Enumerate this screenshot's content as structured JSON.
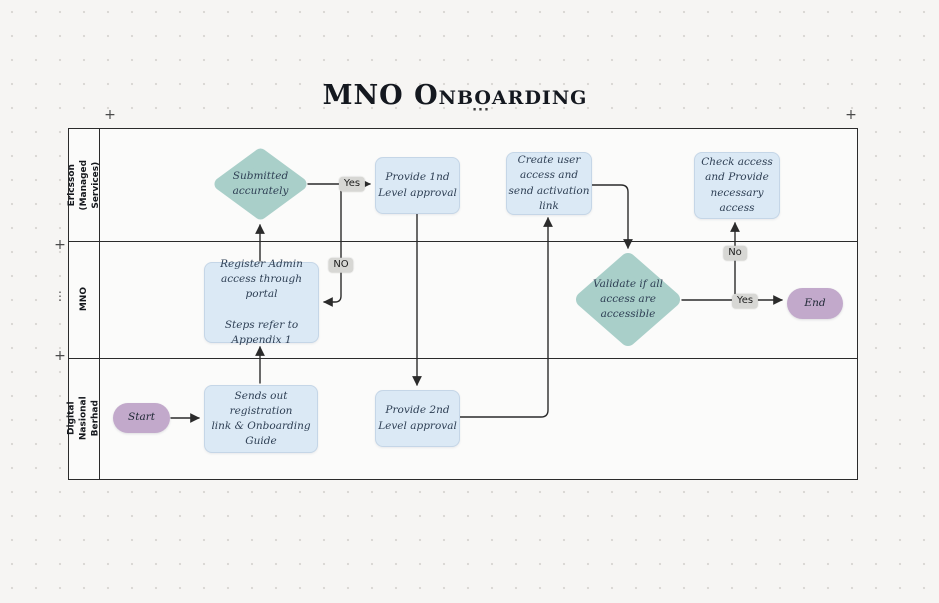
{
  "title": "MNO Onboarding",
  "frame": {
    "menu_dots": "···",
    "handle_plus": "+",
    "handle_ellipsis": "⋮"
  },
  "lanes": [
    {
      "label": "Ericsson (Managed Services)"
    },
    {
      "label": "MNO"
    },
    {
      "label": "Digital Nasional Berhad"
    }
  ],
  "nodes": {
    "submitted": {
      "type": "decision",
      "text": "Submitted\naccurately"
    },
    "provide1st": {
      "type": "process",
      "text": "Provide 1nd\nLevel approval"
    },
    "createUser": {
      "type": "process",
      "text": "Create user\naccess and\nsend activation\nlink"
    },
    "checkAccess": {
      "type": "process",
      "text": "Check access\nand Provide\nnecessary\naccess"
    },
    "registerAdmin": {
      "type": "process",
      "text": "Register Admin\naccess through portal\n\nSteps refer to\nAppendix 1"
    },
    "validate": {
      "type": "decision",
      "text": "Validate if all\naccess are\naccessible"
    },
    "end": {
      "type": "terminator",
      "text": "End"
    },
    "start": {
      "type": "terminator",
      "text": "Start"
    },
    "sendsOut": {
      "type": "process",
      "text": "Sends out registration\nlink & Onboarding\nGuide"
    },
    "provide2nd": {
      "type": "process",
      "text": "Provide 2nd\nLevel approval"
    }
  },
  "edge_labels": {
    "yes1": "Yes",
    "no1": "NO",
    "no2": "No",
    "yes2": "Yes"
  },
  "colors": {
    "canvas_bg": "#f6f5f3",
    "lane_bg": "#fbfbfa",
    "process_fill": "#dbe9f5",
    "decision_fill": "#a9cfc9",
    "terminator_fill": "#c2a9cb",
    "connector": "#2b2b2b",
    "edge_pill_bg": "#d7d7d4",
    "title_color": "#14181f"
  }
}
